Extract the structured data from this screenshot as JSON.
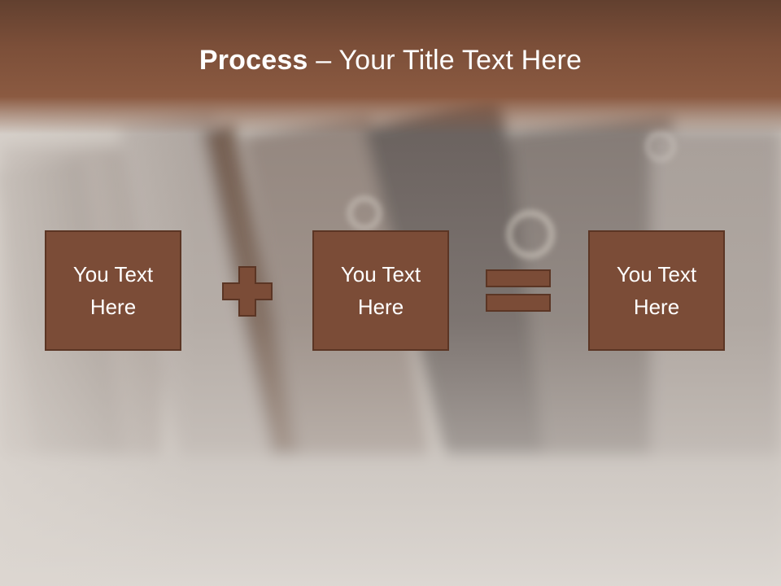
{
  "slide": {
    "title_bold": "Process",
    "title_rest": " – Your Title Text Here",
    "boxes": [
      {
        "text": "You Text Here"
      },
      {
        "text": "You Text Here"
      },
      {
        "text": "You Text Here"
      }
    ],
    "operators": [
      "plus-icon",
      "equals-icon"
    ]
  },
  "colors": {
    "header": "#7c4f39",
    "box_fill": "#7b4c37",
    "box_border": "#5b3524",
    "text": "#ffffff"
  }
}
